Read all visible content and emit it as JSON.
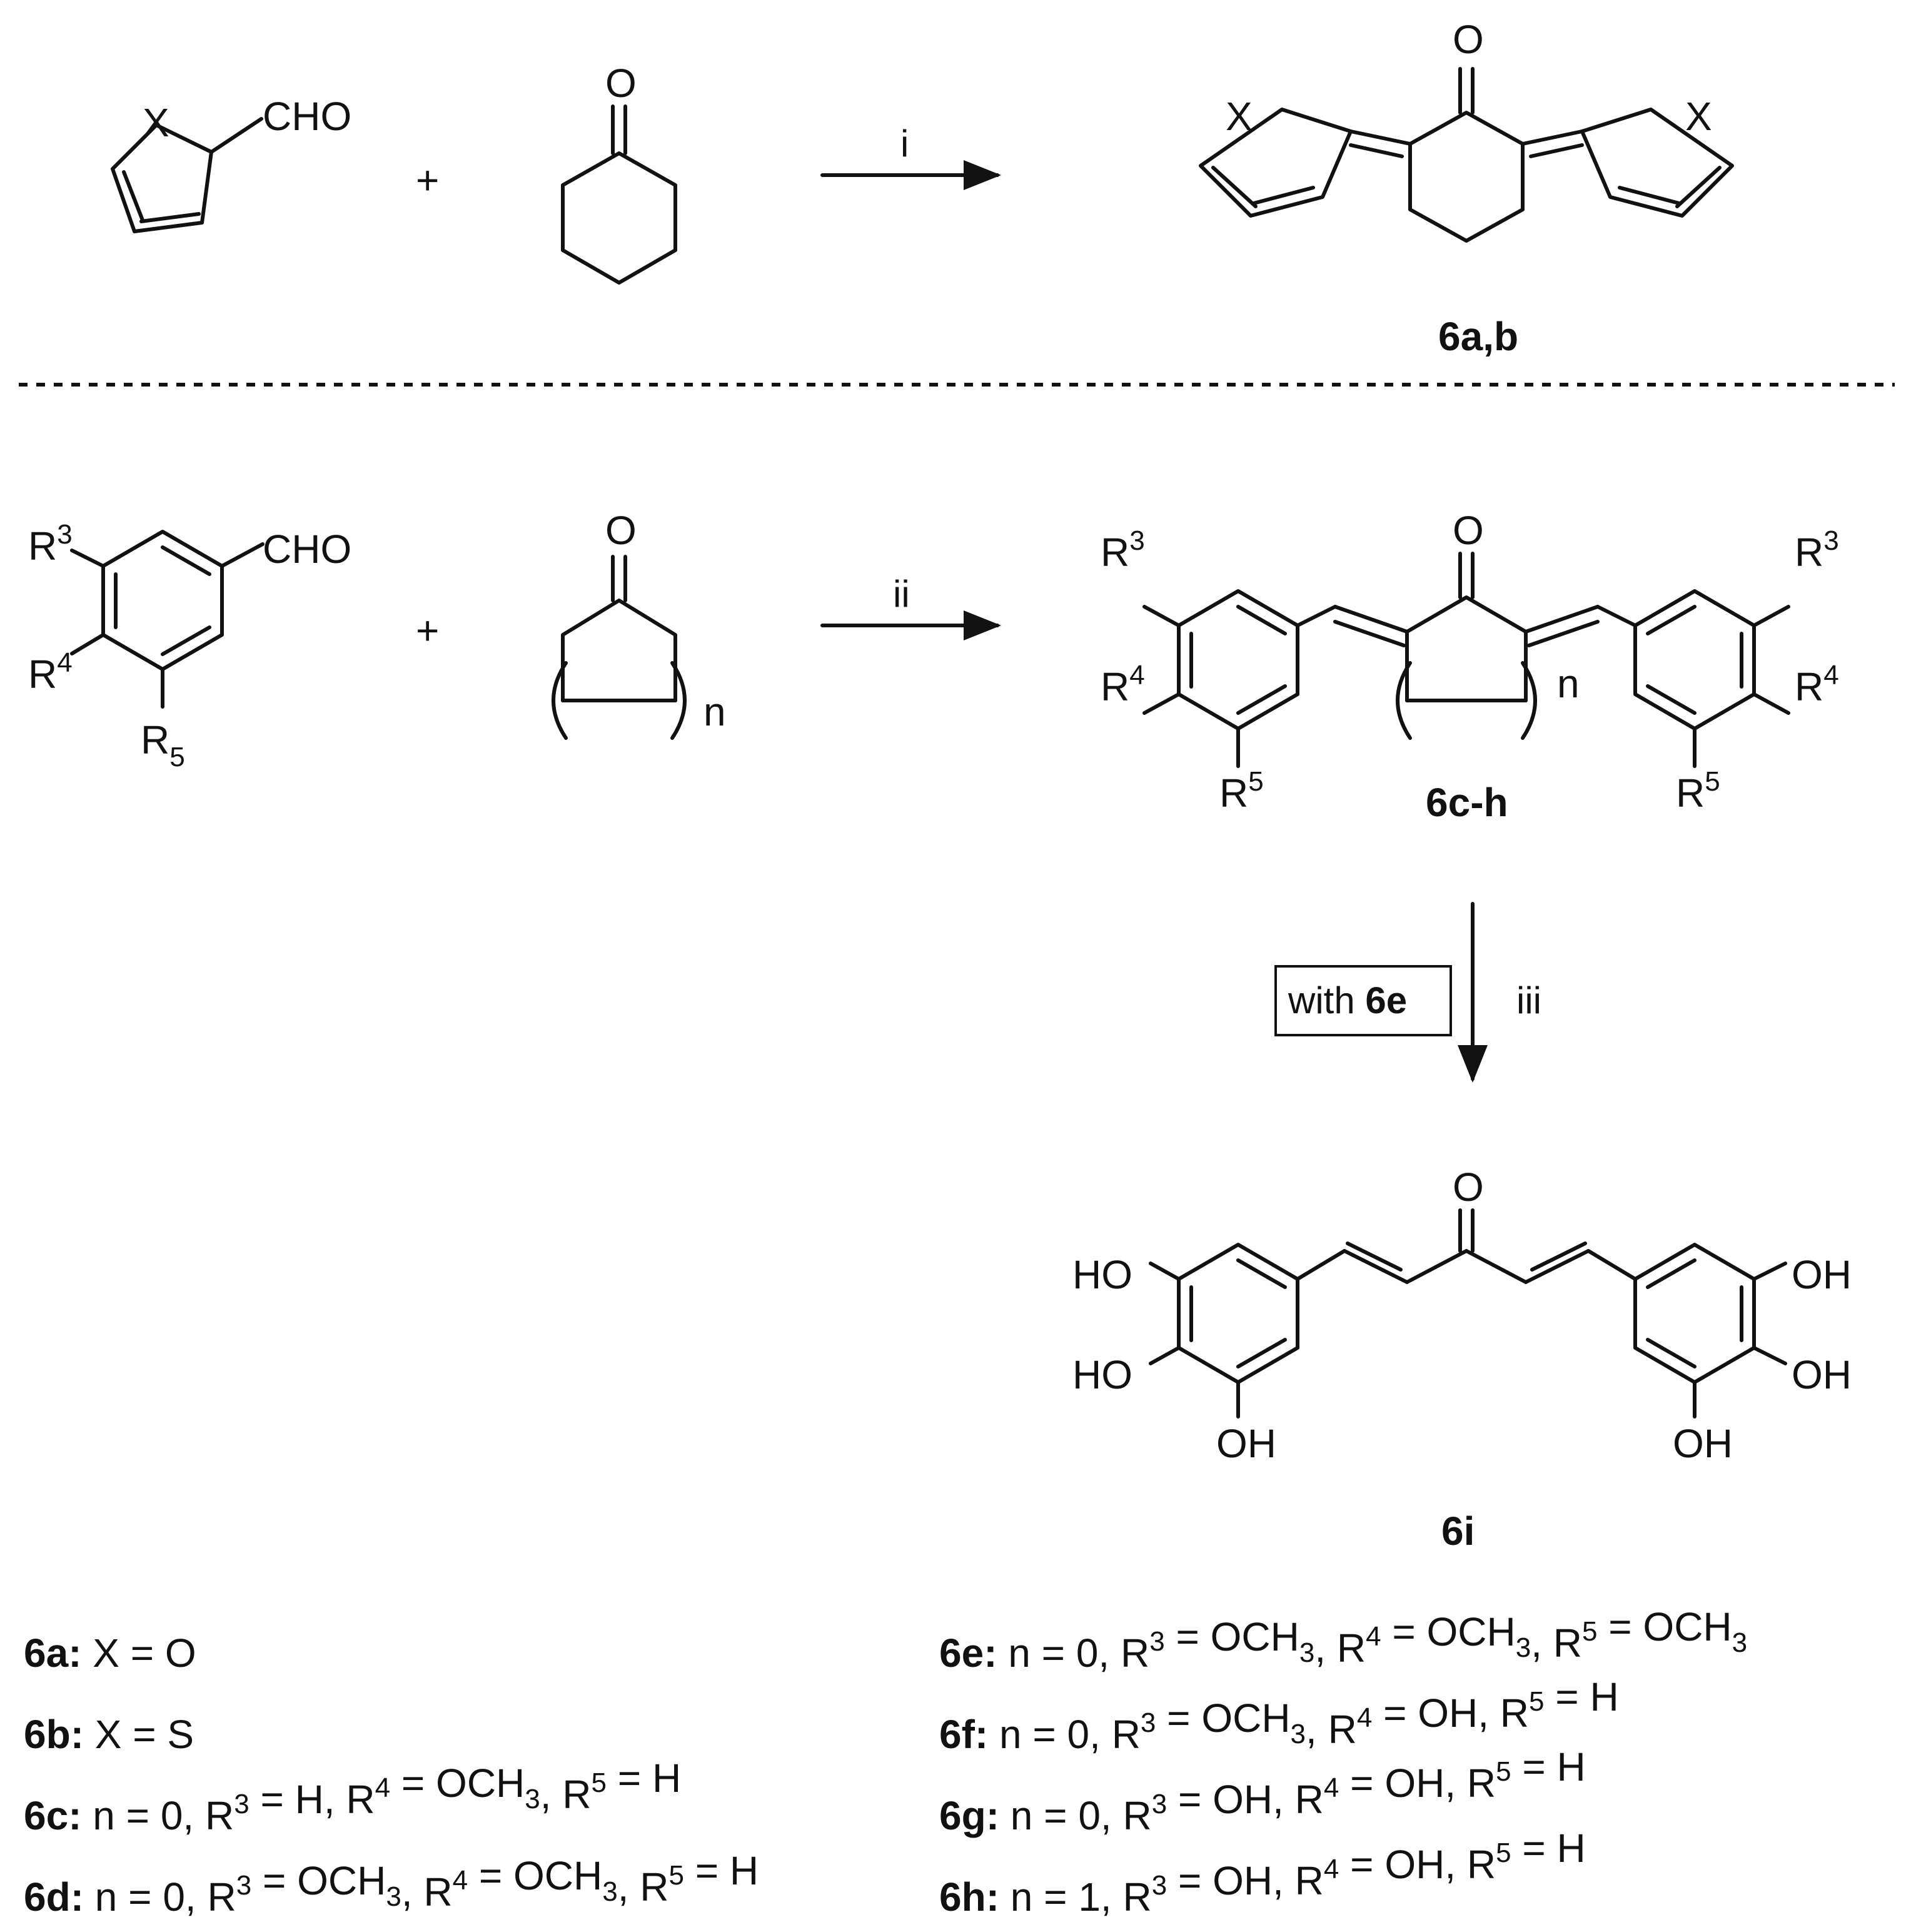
{
  "reaction1": {
    "aldehyde_group": "CHO",
    "hetero_atom": "X",
    "plus": "+",
    "ketone_oxygen": "O",
    "condition": "i",
    "product_label": "6a,b"
  },
  "reaction2": {
    "substituent_r": "R",
    "sup_3": "3",
    "sup_4": "4",
    "sup_5": "5",
    "sub_5": "5",
    "aldehyde_group": "CHO",
    "plus": "+",
    "ketone_oxygen": "O",
    "ring_index": "n",
    "condition": "ii",
    "product_label": "6c-h"
  },
  "reaction3": {
    "box_text": "with ",
    "box_bold": "6e",
    "condition": "iii",
    "hydroxyl": "OH",
    "hydroxyl_left": "HO",
    "ketone_oxygen": "O",
    "product_label": "6i"
  },
  "definitions_left": [
    {
      "label": "6a:",
      "text": "X = O"
    },
    {
      "label": "6b:",
      "text": "X = S"
    },
    {
      "label": "6c:",
      "text": "n = 0, R3 = H, R4 = OCH3, R5 = H"
    },
    {
      "label": "6d:",
      "text": "n = 0, R3 = OCH3, R4 = OCH3, R5 = H"
    }
  ],
  "definitions_right": [
    {
      "label": "6e:",
      "text": "n = 0, R3 = OCH3, R4 = OCH3, R5 = OCH3"
    },
    {
      "label": "6f:",
      "text": "n = 0, R3 = OCH3, R4 = OH, R5 = H"
    },
    {
      "label": "6g:",
      "text": "n = 0, R3 = OH, R4 = OH, R5 = H"
    },
    {
      "label": "6h:",
      "text": "n = 1, R3 = OH, R4 = OH, R5 = H"
    }
  ]
}
